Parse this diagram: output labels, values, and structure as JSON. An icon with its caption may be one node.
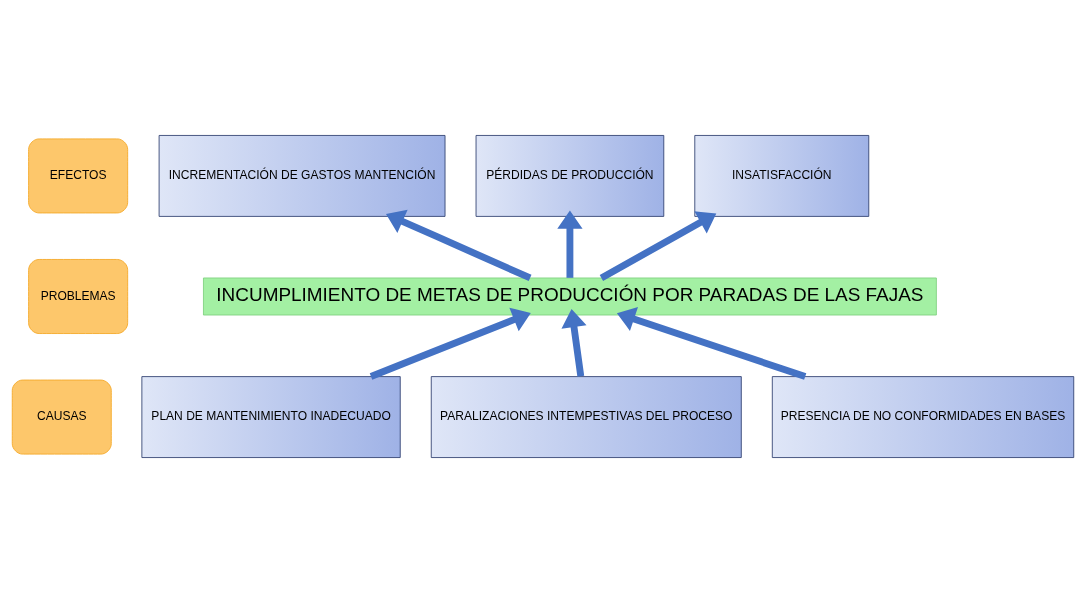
{
  "diagram": {
    "nodes": [
      {
        "text": [
          "EFECTOS"
        ]
      },
      {
        "text": [
          "PROBLEMAS"
        ]
      },
      {
        "text": [
          "CAUSAS"
        ]
      },
      {
        "text": [
          "INCREMENTACIÓN DE GASTOS MANTENCIÓN"
        ]
      },
      {
        "text": [
          "PÉRDIDAS DE PRODUCCIÓN"
        ]
      },
      {
        "text": [
          "INSATISFACCIÓN"
        ]
      },
      {
        "text": [
          "INCUMPLIMIENTO DE METAS DE PRODUCCIÓN POR PARADAS DE LAS FAJAS"
        ]
      },
      {
        "text": [
          "PLAN DE MANTENIMIENTO INADECUADO"
        ]
      },
      {
        "text": [
          "PARALIZACIONES INTEMPESTIVAS DEL PROCESO"
        ]
      },
      {
        "text": [
          "PRESENCIA DE NO CONFORMIDADES EN BASES"
        ]
      }
    ],
    "edges": [
      {
        "from": 7,
        "to": 6,
        "arrow": "to"
      },
      {
        "from": 8,
        "to": 6,
        "arrow": "to"
      },
      {
        "from": 9,
        "to": 6,
        "arrow": "to"
      },
      {
        "from": 6,
        "to": 3,
        "arrow": "to"
      },
      {
        "from": 6,
        "to": 4,
        "arrow": "to"
      },
      {
        "from": 6,
        "to": 5,
        "arrow": "to"
      }
    ]
  }
}
